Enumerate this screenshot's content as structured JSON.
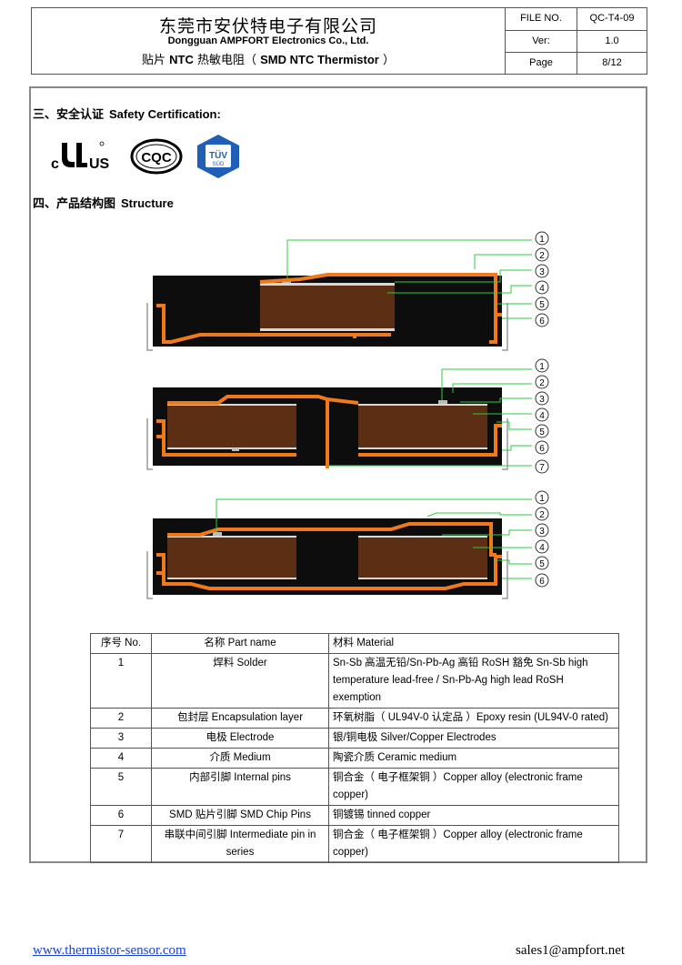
{
  "header": {
    "company_cn": "东莞市安伏特电子有限公司",
    "company_en": "Dongguan AMPFORT Electronics Co., Ltd.",
    "doc_title_cn1": "贴片",
    "doc_title_bold1": "NTC",
    "doc_title_cn2": "热敏电阻（",
    "doc_title_bold2": "SMD NTC Thermistor",
    "doc_title_cn3": "）",
    "file_no_label": "FILE NO.",
    "file_no": "QC-T4-09",
    "ver_label": "Ver:",
    "ver": "1.0",
    "page_label": "Page",
    "page": "8/12"
  },
  "sections": {
    "safety_cn": "三、安全认证",
    "safety_en": "Safety Certification:",
    "structure_cn": "四、产品结构图",
    "structure_en": "Structure"
  },
  "logos": {
    "ul_c": "c",
    "ul_us": "US",
    "cqc": "CQC",
    "tuv": "TÜV",
    "sud": "SÜD"
  },
  "diagram_labels": {
    "d1": [
      "1",
      "2",
      "3",
      "4",
      "5",
      "6"
    ],
    "d2": [
      "1",
      "2",
      "3",
      "4",
      "5",
      "6",
      "7"
    ],
    "d3": [
      "1",
      "2",
      "3",
      "4",
      "5",
      "6"
    ]
  },
  "colors": {
    "body": "#0d0d0d",
    "ceramic": "#5c2e14",
    "copper": "#f07a1a",
    "leader": "#2ecc40",
    "electrode": "#d8d8d8",
    "link": "#1a3fd4"
  },
  "table": {
    "headers": [
      "序号 No.",
      "名称 Part name",
      "材料 Material"
    ],
    "rows": [
      {
        "no": "1",
        "name": "焊料 Solder",
        "material": "Sn-Sb 高温无铅/Sn-Pb-Ag 高铅 RoSH 豁免 Sn-Sb high temperature lead-free / Sn-Pb-Ag high lead RoSH exemption"
      },
      {
        "no": "2",
        "name": "包封层 Encapsulation layer",
        "material": "环氧树脂（ UL94V-0 认定品 ）Epoxy resin (UL94V-0 rated)"
      },
      {
        "no": "3",
        "name": "电极 Electrode",
        "material": "银/铜电极 Silver/Copper Electrodes"
      },
      {
        "no": "4",
        "name": "介质 Medium",
        "material": "陶瓷介质 Ceramic medium"
      },
      {
        "no": "5",
        "name": "内部引脚 Internal pins",
        "material": "铜合金（ 电子框架铜 ）Copper alloy (electronic frame copper)"
      },
      {
        "no": "6",
        "name": "SMD 贴片引脚 SMD Chip Pins",
        "material": "铜镀锡 tinned copper"
      },
      {
        "no": "7",
        "name": "串联中间引脚 Intermediate pin in series",
        "material": "铜合金（ 电子框架铜 ）Copper alloy (electronic frame copper)"
      }
    ]
  },
  "footer": {
    "website": "www.thermistor-sensor.com",
    "email": "sales1@ampfort.net"
  }
}
